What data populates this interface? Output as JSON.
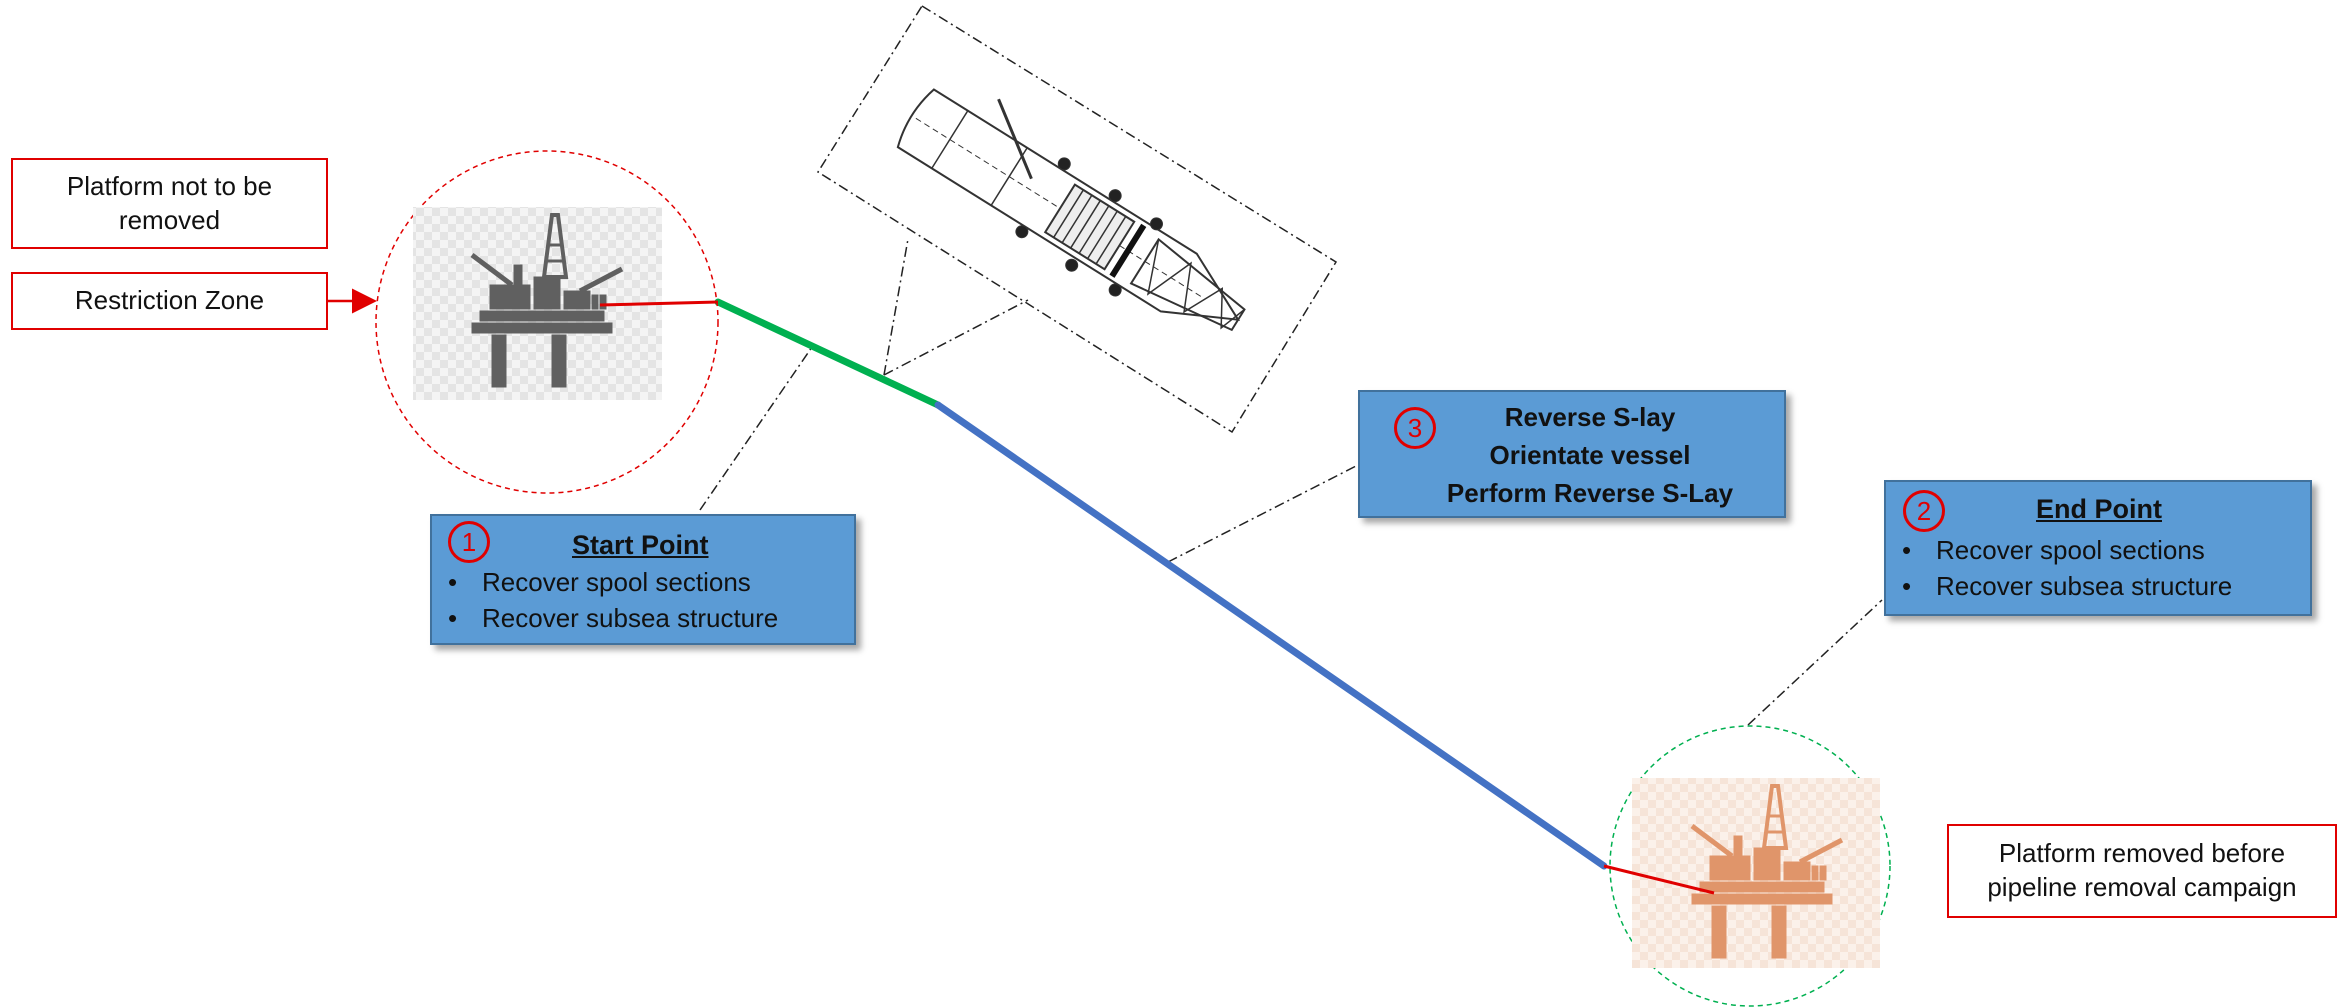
{
  "labels": {
    "not_removed": "Platform not to be removed",
    "restriction_zone": "Restriction Zone",
    "removed_before": "Platform removed before pipeline removal campaign"
  },
  "start_box": {
    "number": "1",
    "title": "Start Point",
    "bullets": [
      "Recover spool sections",
      "Recover subsea structure"
    ]
  },
  "end_box": {
    "number": "2",
    "title": "End Point",
    "bullets": [
      "Recover spool sections",
      "Recover subsea structure"
    ]
  },
  "slay_box": {
    "number": "3",
    "lines": [
      "Reverse S-lay",
      "Orientate vessel",
      "Perform Reverse S-Lay"
    ]
  },
  "colors": {
    "green_pipe": "#00b050",
    "blue_pipe": "#4472c4",
    "red": "#e00000",
    "box_fill": "#5b9bd5",
    "platform_gray": "#606060",
    "platform_orange": "#e0956a"
  },
  "icons": [
    "oil-platform-icon",
    "vessel-drawing-icon",
    "arrow-icon"
  ]
}
